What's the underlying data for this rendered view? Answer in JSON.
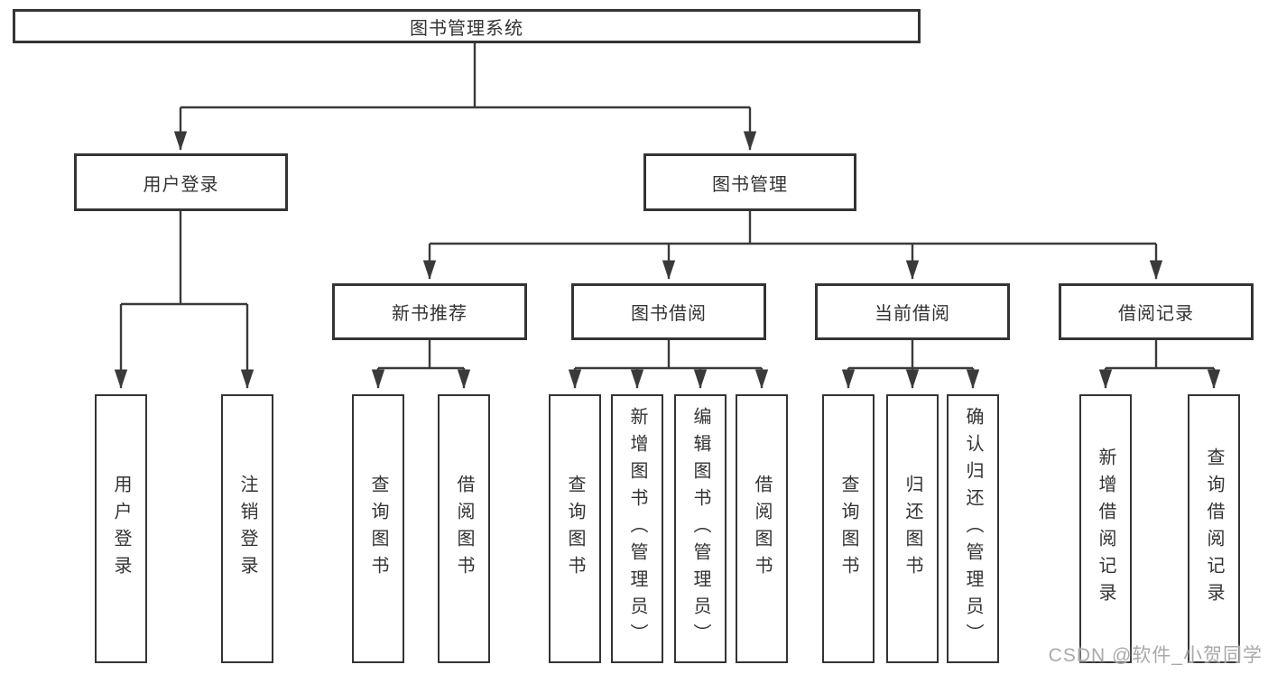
{
  "tree": {
    "root": {
      "label": "图书管理系统"
    },
    "user_login": {
      "label": "用户登录",
      "children": [
        {
          "label": "用户登录"
        },
        {
          "label": "注销登录"
        }
      ]
    },
    "book_management": {
      "label": "图书管理",
      "modules": [
        {
          "label": "新书推荐",
          "children": [
            {
              "label": "查询图书"
            },
            {
              "label": "借阅图书"
            }
          ]
        },
        {
          "label": "图书借阅",
          "children": [
            {
              "label": "查询图书"
            },
            {
              "label": "新增图书（管理员）"
            },
            {
              "label": "编辑图书（管理员）"
            },
            {
              "label": "借阅图书"
            }
          ]
        },
        {
          "label": "当前借阅",
          "children": [
            {
              "label": "查询图书"
            },
            {
              "label": "归还图书"
            },
            {
              "label": "确认归还（管理员）"
            }
          ]
        },
        {
          "label": "借阅记录",
          "children": [
            {
              "label": "新增借阅记录"
            },
            {
              "label": "查询借阅记录"
            }
          ]
        }
      ]
    }
  },
  "watermark": {
    "text": "CSDN @软件_小贺同学"
  },
  "colors": {
    "line": "#3a3a3a",
    "box_border": "#343434",
    "text": "#333333",
    "watermark": "#a9a9a9",
    "background": "#ffffff"
  }
}
